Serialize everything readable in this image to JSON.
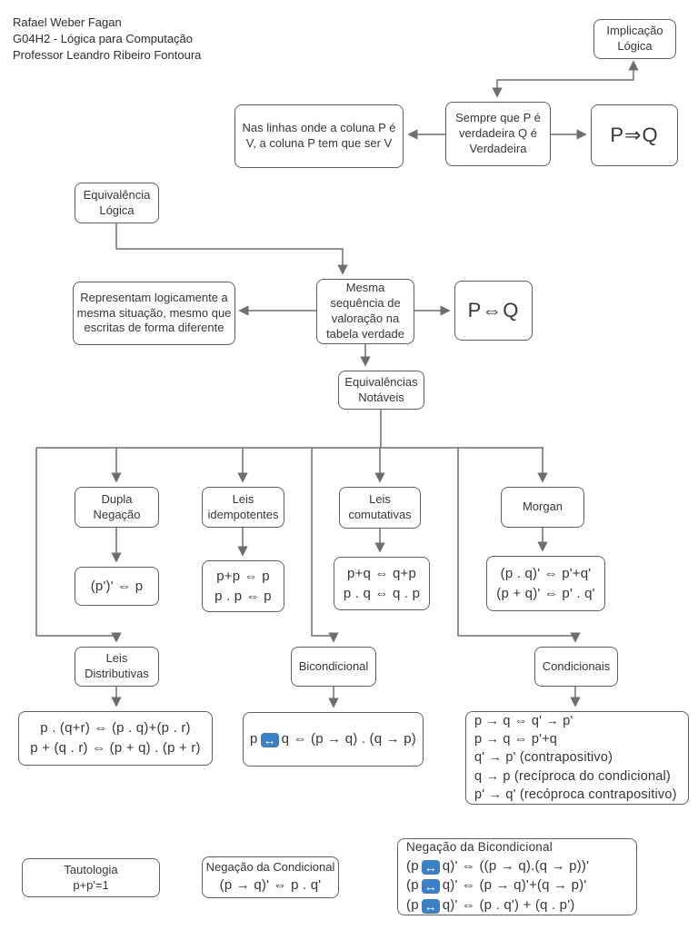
{
  "header": {
    "line1": "Rafael Weber Fagan",
    "line2": "G04H2 - Lógica para Computação",
    "line3": "Professor Leandro Ribeiro Fontoura"
  },
  "colors": {
    "box_border": "#616161",
    "connector": "#6e6e6e",
    "text": "#363636",
    "biconditional_icon_bg": "#3b7fc4"
  },
  "nodes": {
    "implicacao": {
      "l1": "Implicação",
      "l2": "Lógica"
    },
    "sempre": {
      "l1": "Sempre que P é",
      "l2": "verdadeira Q é",
      "l3": "Verdadeira"
    },
    "pq_implica": {
      "label": "P⇒Q"
    },
    "nas_linhas": {
      "l1": "Nas linhas onde a coluna P é",
      "l2": "V, a coluna P tem que ser V"
    },
    "equivalencia": {
      "l1": "Equivalência",
      "l2": "Lógica"
    },
    "representam": {
      "l1": "Representam logicamente a",
      "l2": "mesma situação, mesmo que",
      "l3": "escritas de forma diferente"
    },
    "mesma": {
      "l1": "Mesma",
      "l2": "sequência de",
      "l3": "valoração na",
      "l4": "tabela verdade"
    },
    "pq_equiv": {
      "label": "P⇔Q"
    },
    "notaveis": {
      "l1": "Equivalências",
      "l2": "Notáveis"
    },
    "dupla": {
      "l1": "Dupla",
      "l2": "Negação"
    },
    "idempotentes": {
      "l1": "Leis",
      "l2": "idempotentes"
    },
    "comutativas": {
      "l1": "Leis",
      "l2": "comutativas"
    },
    "morgan": {
      "label": "Morgan"
    },
    "dupla_f": {
      "label": "(p')' ⇔ p"
    },
    "idem_f": {
      "l1": "p+p ⇔ p",
      "l2": "p . p ⇔ p"
    },
    "comut_f": {
      "l1": "p+q ⇔ q+p",
      "l2": "p . q ⇔ q . p"
    },
    "morgan_f": {
      "l1": "(p . q)' ⇔ p'+q'",
      "l2": "(p + q)' ⇔ p' . q'"
    },
    "distrib": {
      "l1": "Leis",
      "l2": "Distributivas"
    },
    "bicond": {
      "label": "Bicondicional"
    },
    "cond": {
      "label": "Condicionais"
    },
    "distrib_f": {
      "l1": "p . (q+r) ⇔ (p . q)+(p . r)",
      "l2": "p + (q . r) ⇔ (p + q) . (p + r)"
    },
    "bicond_f": {
      "pre": "p",
      "icon": "↔",
      "post": "q ⇔ (p → q) . (q → p)"
    },
    "cond_f": {
      "l1": "p → q ⇔ q' → p'",
      "l2": "p → q ⇔ p'+q",
      "l3": "q' → p' (contrapositivo)",
      "l4": "q → p (recíproca do condicional)",
      "l5": "p' → q' (recóproca contrapositivo)"
    },
    "tautologia": {
      "l1": "Tautologia",
      "l2": "p+p'=1"
    },
    "neg_cond": {
      "l1": "Negação da Condicional",
      "l2": "(p → q)' ⇔ p . q'"
    },
    "neg_bicond": {
      "title": "Negação da Bicondicional",
      "icon": "↔",
      "lines": [
        {
          "pre": "(p",
          "post": "q)' ⇔ ((p → q).(q → p))'"
        },
        {
          "pre": "(p",
          "post": "q)' ⇔ (p → q)'+(q → p)'"
        },
        {
          "pre": "(p",
          "post": "q)' ⇔ (p . q') + (q . p')"
        }
      ]
    }
  }
}
